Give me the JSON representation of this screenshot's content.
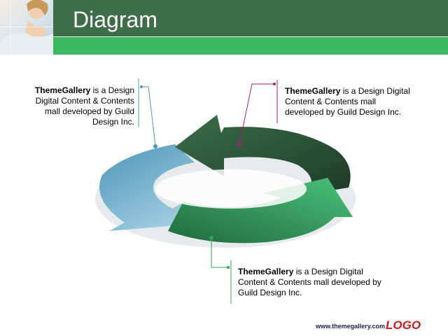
{
  "slide": {
    "title": "Diagram"
  },
  "callouts": [
    {
      "brand": "ThemeGallery",
      "text": " is a Design Digital Content & Contents mall developed by Guild Design Inc."
    },
    {
      "brand": "ThemeGallery",
      "text": " is a Design Digital Content & Contents mall developed by Guild Design Inc."
    },
    {
      "brand": "ThemeGallery",
      "text": " is a Design Digital Content & Contents mall developed by Guild Design Inc."
    }
  ],
  "footer": {
    "url": "www.themegallery.com",
    "logo": "LOGO"
  },
  "colors": {
    "header_dark": "#3d6e48",
    "header_light": "#3cb863",
    "arrow_blue": "#6aaccc",
    "arrow_dark_green": "#2e5a3a",
    "arrow_green": "#2fa25b",
    "logo_red": "#cc1a1a"
  }
}
